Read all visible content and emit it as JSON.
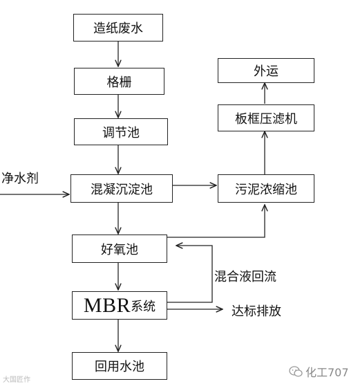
{
  "boxes": {
    "wastewater": "造纸废水",
    "grille": "格栅",
    "regulating_tank": "调节池",
    "coag_sed_tank": "混凝沉淀池",
    "aerobic_tank": "好氧池",
    "mbr_main": "MBR",
    "mbr_suffix": "系统",
    "reuse_tank": "回用水池",
    "transport": "外运",
    "filter_press": "板框压滤机",
    "sludge_thickener": "污泥浓缩池"
  },
  "labels": {
    "purifier": "净水剂",
    "mixed_liquor_return": "混合液回流",
    "discharge": "达标排放"
  },
  "watermark": {
    "right_text": "化工707",
    "left_text": "大国匠作"
  }
}
